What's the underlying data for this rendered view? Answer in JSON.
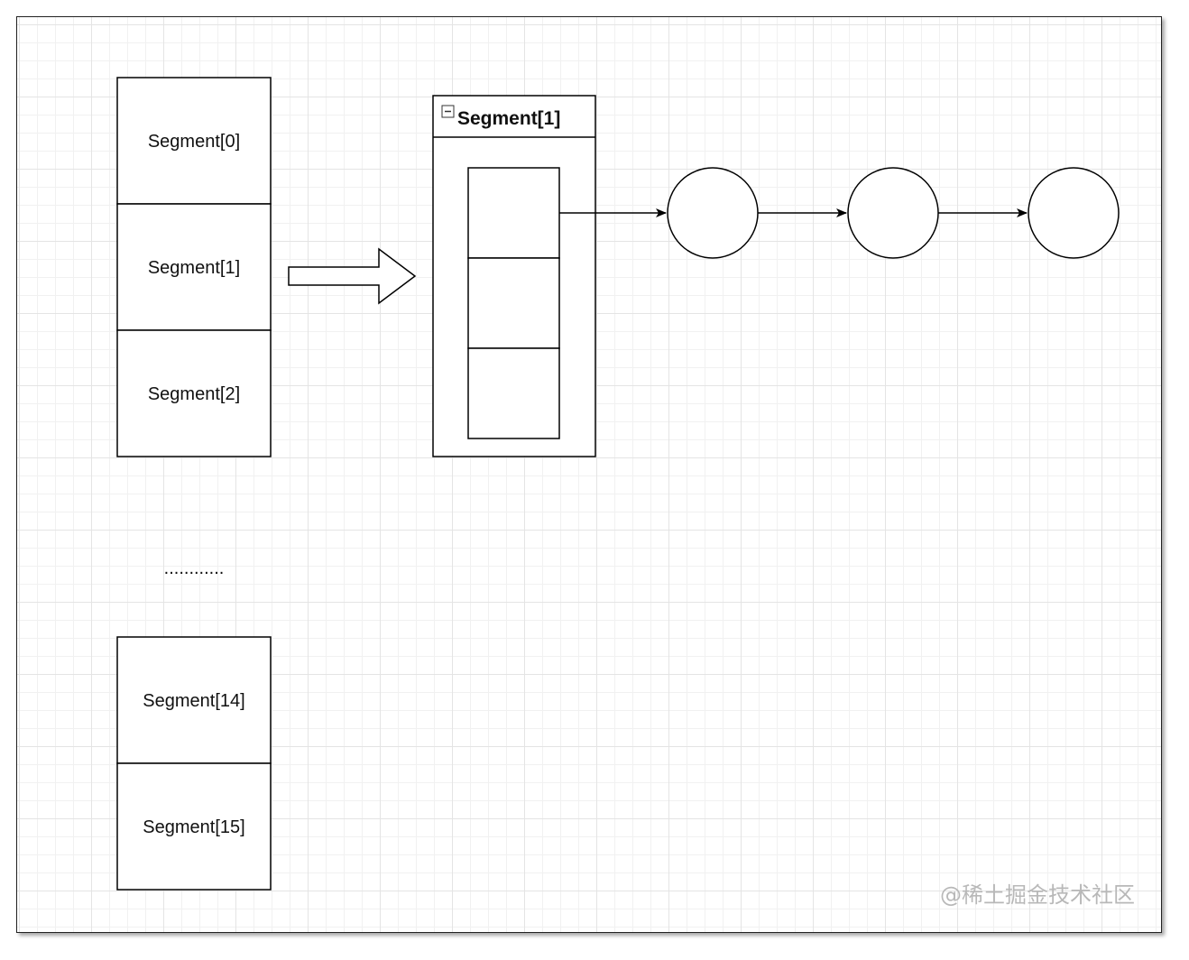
{
  "segments_top": [
    "Segment[0]",
    "Segment[1]",
    "Segment[2]"
  ],
  "ellipsis": "............",
  "segments_bottom": [
    "Segment[14]",
    "Segment[15]"
  ],
  "expanded_segment": {
    "title": "Segment[1]",
    "collapse_icon": "minus-square-icon",
    "bucket_count": 3
  },
  "chain_nodes": 3,
  "watermark": "@稀土掘金技术社区"
}
